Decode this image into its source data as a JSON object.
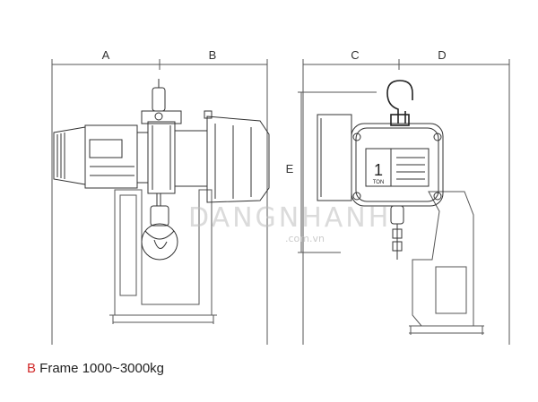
{
  "labels": {
    "A": "A",
    "B": "B",
    "C": "C",
    "D": "D",
    "E": "E"
  },
  "nameplate": {
    "capacity": "1",
    "unit": "TON"
  },
  "watermark": {
    "main": "DANGNHANH",
    "sub": ".com.vn"
  },
  "caption": {
    "prefix": "B",
    "text": " Frame 1000~3000kg"
  },
  "colors": {
    "accent": "#d12a2a",
    "line": "#555555"
  }
}
